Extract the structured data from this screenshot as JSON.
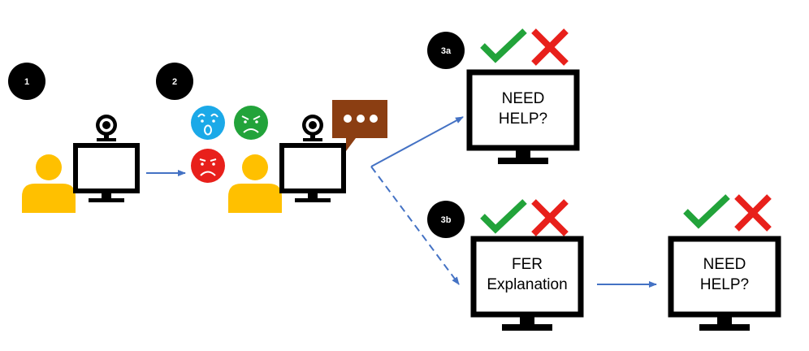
{
  "steps": {
    "step1": "1",
    "step2": "2",
    "step3a": "3a",
    "step3b": "3b"
  },
  "screens": {
    "monitor_3a": {
      "line1": "NEED",
      "line2": "HELP?"
    },
    "monitor_3b_fer": {
      "line1": "FER",
      "line2": "Explanation"
    },
    "monitor_3b_help": {
      "line1": "NEED",
      "line2": "HELP?"
    }
  },
  "icons": {
    "user": "person-icon",
    "webcam": "webcam-icon",
    "surprised": "surprised-face-icon",
    "angry": "angry-face-icon",
    "sad": "sad-face-icon",
    "speech": "speech-bubble-icon",
    "check": "checkmark-icon",
    "cross": "cross-icon"
  },
  "colors": {
    "person": "#FFC000",
    "arrow": "#4472C4",
    "check": "#22A33A",
    "cross": "#E8201B",
    "surprised_face": "#1BA9E8",
    "angry_face": "#22A33A",
    "sad_face": "#E8201B",
    "speech_bubble": "#8B3E12"
  }
}
